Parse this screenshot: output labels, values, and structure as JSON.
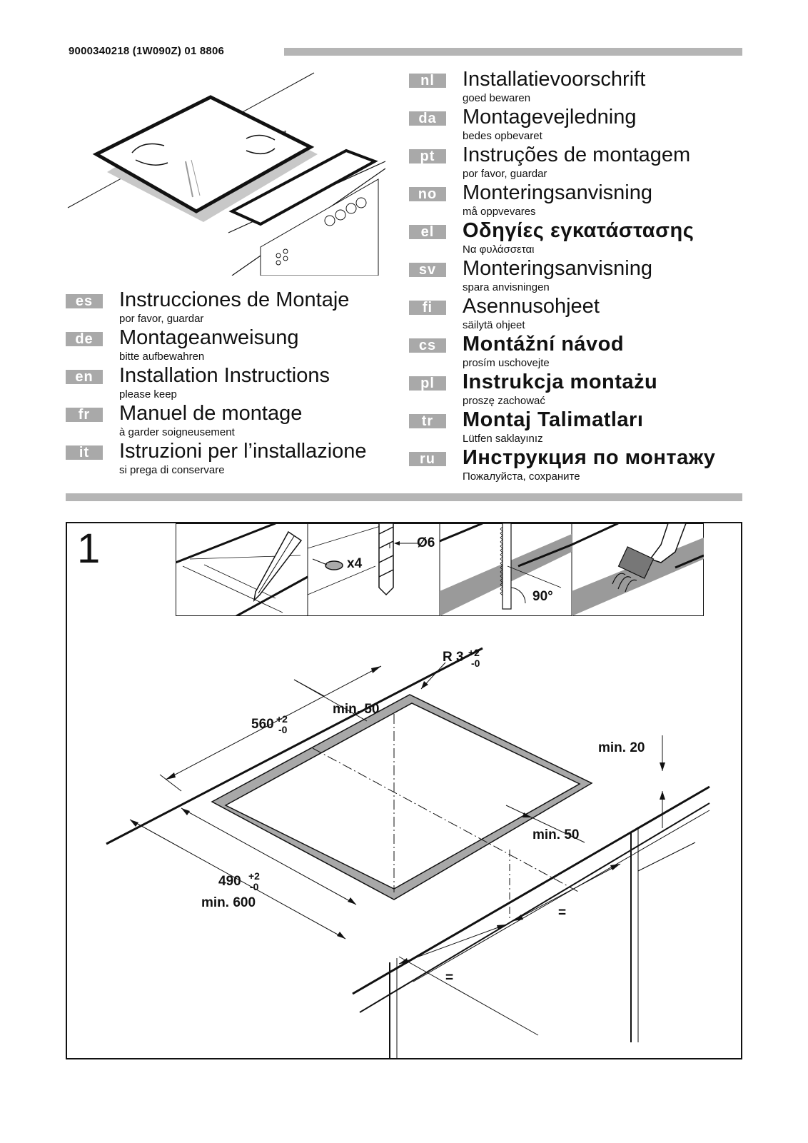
{
  "header": {
    "doc_id": "9000340218 (1W090Z) 01  8806"
  },
  "languages_left": [
    {
      "code": "es",
      "title": "Instrucciones de Montaje",
      "subtitle": "por favor, guardar"
    },
    {
      "code": "de",
      "title": "Montageanweisung",
      "subtitle": "bitte aufbewahren"
    },
    {
      "code": "en",
      "title": "Installation Instructions",
      "subtitle": "please keep"
    },
    {
      "code": "fr",
      "title": "Manuel de montage",
      "subtitle": "à garder soigneusement"
    },
    {
      "code": "it",
      "title": "Istruzioni per l’installazione",
      "subtitle": "si prega di conservare"
    }
  ],
  "languages_right": [
    {
      "code": "nl",
      "title": "Installatievoorschrift",
      "subtitle": "goed bewaren"
    },
    {
      "code": "da",
      "title": "Montagevejledning",
      "subtitle": "bedes opbevaret"
    },
    {
      "code": "pt",
      "title": "Instruções de montagem",
      "subtitle": "por favor, guardar"
    },
    {
      "code": "no",
      "title": "Monteringsanvisning",
      "subtitle": "må oppvevares"
    },
    {
      "code": "el",
      "title": "Οδηγίες εγκατάστασης",
      "subtitle": "Να φυλάσσεται"
    },
    {
      "code": "sv",
      "title": "Monteringsanvisning",
      "subtitle": "spara anvisningen"
    },
    {
      "code": "fi",
      "title": "Asennusohjeet",
      "subtitle": "säilytä ohjeet"
    },
    {
      "code": "cs",
      "title": "Montážní návod",
      "subtitle": "prosím uschovejte"
    },
    {
      "code": "pl",
      "title": "Instrukcja montażu",
      "subtitle": "proszę zachować"
    },
    {
      "code": "tr",
      "title": "Montaj Talimatları",
      "subtitle": "Lütfen saklayınız"
    },
    {
      "code": "ru",
      "title": "Инструкция по монтажу",
      "subtitle": "Пожалуйста, сохраните"
    }
  ],
  "figure": {
    "step": "1",
    "drill_diameter": "Ø6",
    "hole_count": "x4",
    "saw_angle": "90°",
    "radius": "R 3",
    "radius_tol_plus": "+2",
    "radius_tol_minus": "-0",
    "width_560": "560",
    "width_560_plus": "+2",
    "width_560_minus": "-0",
    "depth_490": "490",
    "depth_490_plus": "+2",
    "depth_490_minus": "-0",
    "min_600": "min. 600",
    "min_50_back": "min. 50",
    "min_50_front": "min. 50",
    "min_20": "min. 20",
    "equal_1": "=",
    "equal_2": "="
  }
}
